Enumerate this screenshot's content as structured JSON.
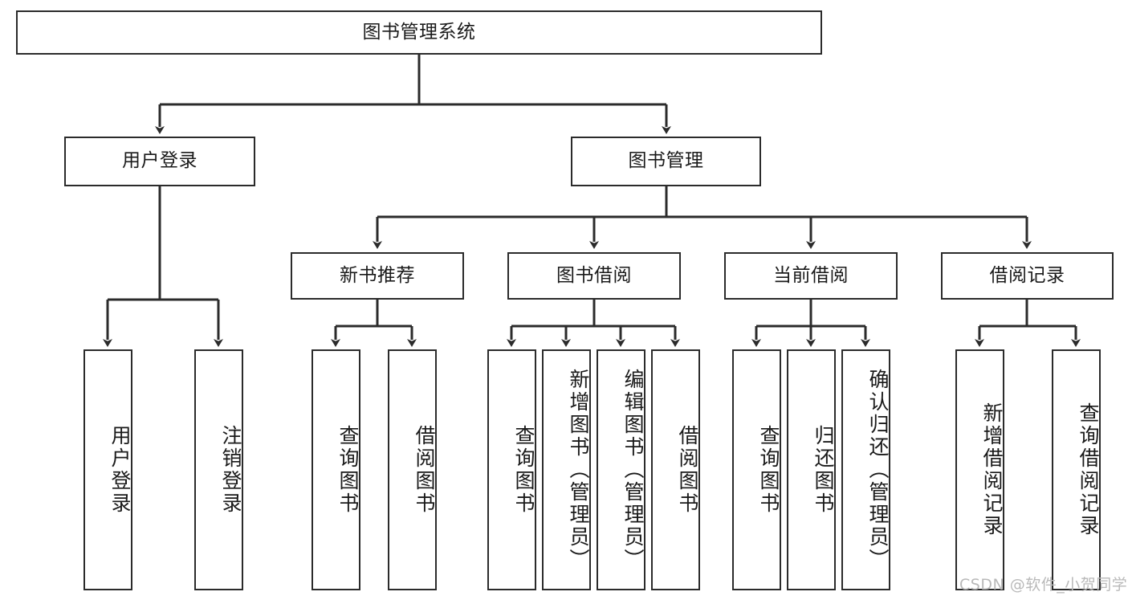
{
  "diagram": {
    "type": "tree-hierarchy",
    "title": "图书管理系统",
    "root": {
      "id": "root",
      "label": "图书管理系统"
    },
    "level2": [
      {
        "id": "user-login",
        "label": "用户登录"
      },
      {
        "id": "book-manage",
        "label": "图书管理"
      }
    ],
    "level3": [
      {
        "id": "new-book-recommend",
        "label": "新书推荐",
        "parent": "book-manage"
      },
      {
        "id": "book-borrow",
        "label": "图书借阅",
        "parent": "book-manage"
      },
      {
        "id": "current-borrow",
        "label": "当前借阅",
        "parent": "book-manage"
      },
      {
        "id": "borrow-record",
        "label": "借阅记录",
        "parent": "book-manage"
      }
    ],
    "leaves": [
      {
        "id": "leaf-user-login",
        "label": "用户登录",
        "parent": "user-login"
      },
      {
        "id": "leaf-logout-login",
        "label": "注销登录",
        "parent": "user-login"
      },
      {
        "id": "leaf-query-book-1",
        "label": "查询图书",
        "parent": "new-book-recommend"
      },
      {
        "id": "leaf-borrow-book-1",
        "label": "借阅图书",
        "parent": "new-book-recommend"
      },
      {
        "id": "leaf-query-book-2",
        "label": "查询图书",
        "parent": "book-borrow"
      },
      {
        "id": "leaf-add-book",
        "label": "新增图书（管理员）",
        "parent": "book-borrow"
      },
      {
        "id": "leaf-edit-book",
        "label": "编辑图书（管理员）",
        "parent": "book-borrow"
      },
      {
        "id": "leaf-borrow-book-2",
        "label": "借阅图书",
        "parent": "book-borrow"
      },
      {
        "id": "leaf-query-book-3",
        "label": "查询图书",
        "parent": "current-borrow"
      },
      {
        "id": "leaf-return-book",
        "label": "归还图书",
        "parent": "current-borrow"
      },
      {
        "id": "leaf-confirm-return",
        "label": "确认归还（管理员）",
        "parent": "current-borrow"
      },
      {
        "id": "leaf-add-record",
        "label": "新增借阅记录",
        "parent": "borrow-record"
      },
      {
        "id": "leaf-query-record",
        "label": "查询借阅记录",
        "parent": "borrow-record"
      }
    ],
    "colors": {
      "box_border": "#2b2b2b",
      "box_fill": "#ffffff",
      "connector": "#2b2b2b",
      "background": "#ffffff",
      "watermark": "#b9b9b9"
    }
  },
  "watermark": {
    "text": "CSDN @软件_小贺同学"
  }
}
